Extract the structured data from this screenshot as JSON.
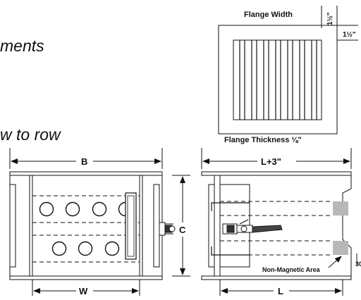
{
  "text_fragments": {
    "top": "ments",
    "middle": "w to row"
  },
  "flange_detail": {
    "flange_width": "Flange Width",
    "flange_size_vertical": "1½\"",
    "flange_size_horizontal": "1½\"",
    "flange_thickness": "Flange Thickness ⅛\""
  },
  "front_view": {
    "dim_b": "B",
    "dim_c": "C",
    "dim_w": "W"
  },
  "side_view": {
    "dim_l_plus": "L+3\"",
    "dim_l": "L",
    "non_magnetic_area": "Non-Magnetic Area",
    "angle_partial": "30"
  },
  "colors": {
    "line": "#111111",
    "non_magnetic_fill": "#b8b8b8"
  }
}
